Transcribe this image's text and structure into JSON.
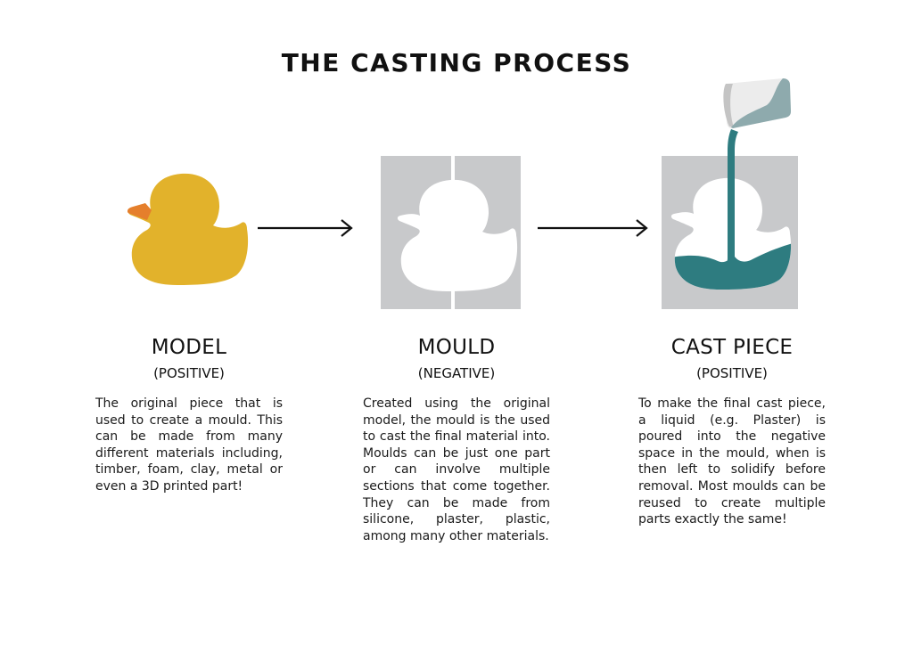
{
  "title": "THE CASTING PROCESS",
  "colors": {
    "duck": "#e2b22b",
    "beak": "#e57f2c",
    "mould_grey": "#c8c9cb",
    "liquid": "#2e7c80",
    "jug_light": "#ececec",
    "jug_shade": "#c4c4c4",
    "jug_liquid": "#8eaaad",
    "arrow": "#111111"
  },
  "icons": {
    "model": "rubber-duck",
    "mould": "two-part-mould",
    "cast": "pouring-jug-into-mould",
    "arrows": "right-arrow"
  },
  "steps": [
    {
      "heading": "MODEL",
      "sub": "(POSITIVE)",
      "description": "The original piece that is used to create a mould. This can be made from many different materials including, timber, foam, clay, metal or even a 3D printed part!"
    },
    {
      "heading": "MOULD",
      "sub": "(NEGATIVE)",
      "description": "Created using the original model, the mould is the used to cast the final material into. Moulds can be just one part or can involve multiple sections that come together. They can be made from silicone, plaster, plastic, among many other materials."
    },
    {
      "heading": "CAST PIECE",
      "sub": "(POSITIVE)",
      "description": "To make the final cast piece, a liquid (e.g. Plaster) is poured into the negative space in the mould, when is then left to solidify before removal. Most moulds can be reused to create multiple parts exactly the same!"
    }
  ]
}
